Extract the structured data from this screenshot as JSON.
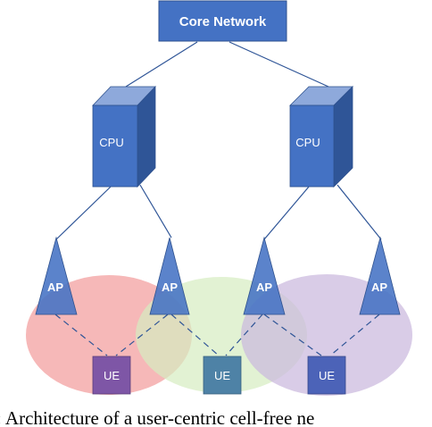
{
  "diagram": {
    "core": {
      "label": "Core Network"
    },
    "cpus": [
      {
        "label": "CPU"
      },
      {
        "label": "CPU"
      }
    ],
    "aps": [
      {
        "label": "AP"
      },
      {
        "label": "AP"
      },
      {
        "label": "AP"
      },
      {
        "label": "AP"
      }
    ],
    "ues": [
      {
        "label": "UE"
      },
      {
        "label": "UE"
      },
      {
        "label": "UE"
      }
    ],
    "caption": ": Architecture of a user-centric cell-free ne"
  },
  "colors": {
    "node_fill": "#4472c4",
    "node_stroke": "#2f528f",
    "cpu_top": "#8ea9db",
    "cpu_side": "#2f5597",
    "link": "#2f5597",
    "cluster_red": "#f4a4a4",
    "cluster_green": "#d5ecc0",
    "cluster_purple": "#d7c7e6",
    "ue_left": "#7e56a6",
    "ue_middle": "#4e82a6",
    "ue_right": "#4c63b8"
  }
}
